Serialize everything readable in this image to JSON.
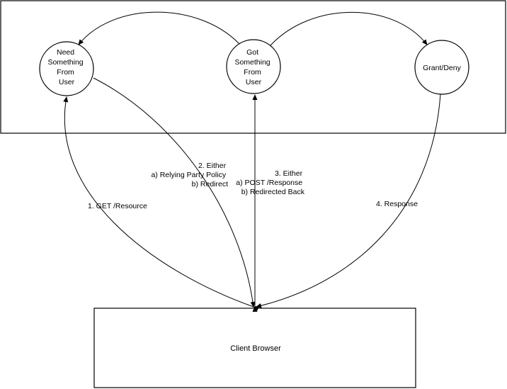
{
  "nodes": {
    "need": [
      "Need",
      "Something",
      "From",
      "User"
    ],
    "got": [
      "Got",
      "Something",
      "From",
      "User"
    ],
    "grant": [
      "Grant/Deny"
    ]
  },
  "client_browser": "Client Browser",
  "edges": {
    "step1": [
      "1. GET /Resource"
    ],
    "step2": [
      "2. Either",
      "a) Relying Party Policy",
      "b) Redirect"
    ],
    "step3": [
      "3. Either",
      "a) POST /Response",
      "b) Redirected Back"
    ],
    "step4": [
      "4. Response"
    ]
  }
}
